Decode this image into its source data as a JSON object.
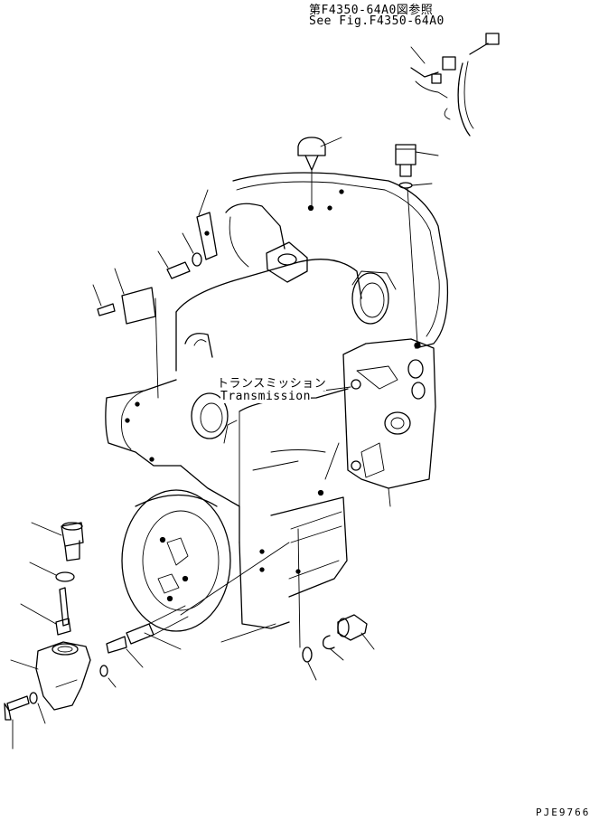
{
  "reference": {
    "japanese": "第F4350-64A0図参照",
    "english": "See Fig.F4350-64A0"
  },
  "assembly_label": {
    "japanese": "トランスミッション",
    "english": "Transmission"
  },
  "drawing_code": "PJE9766"
}
